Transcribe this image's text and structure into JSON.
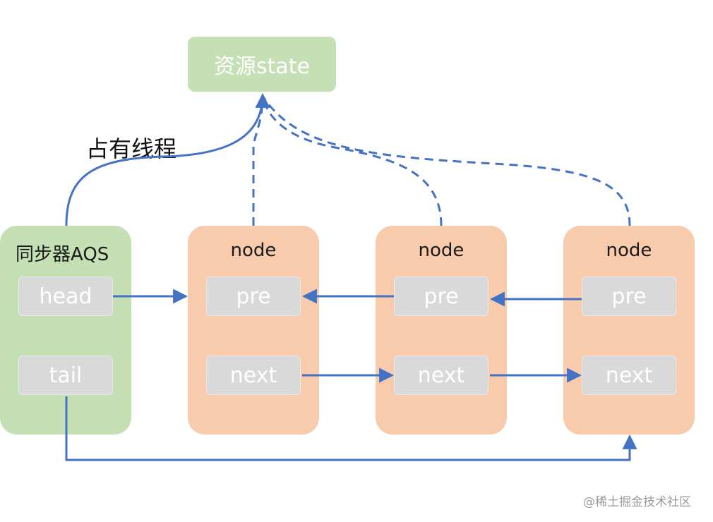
{
  "resource": {
    "label": "资源state"
  },
  "edge_label": {
    "text": "占有线程"
  },
  "aqs": {
    "title": "同步器AQS",
    "head": "head",
    "tail": "tail"
  },
  "nodes": [
    {
      "title": "node",
      "pre": "pre",
      "next": "next"
    },
    {
      "title": "node",
      "pre": "pre",
      "next": "next"
    },
    {
      "title": "node",
      "pre": "pre",
      "next": "next"
    }
  ],
  "watermark": {
    "text": "@稀土掘金技术社区"
  },
  "colors": {
    "green_box": "#c5e0b4",
    "orange_box": "#f8cbad",
    "field_box": "#d9d9d9",
    "arrow": "#4472c4"
  }
}
